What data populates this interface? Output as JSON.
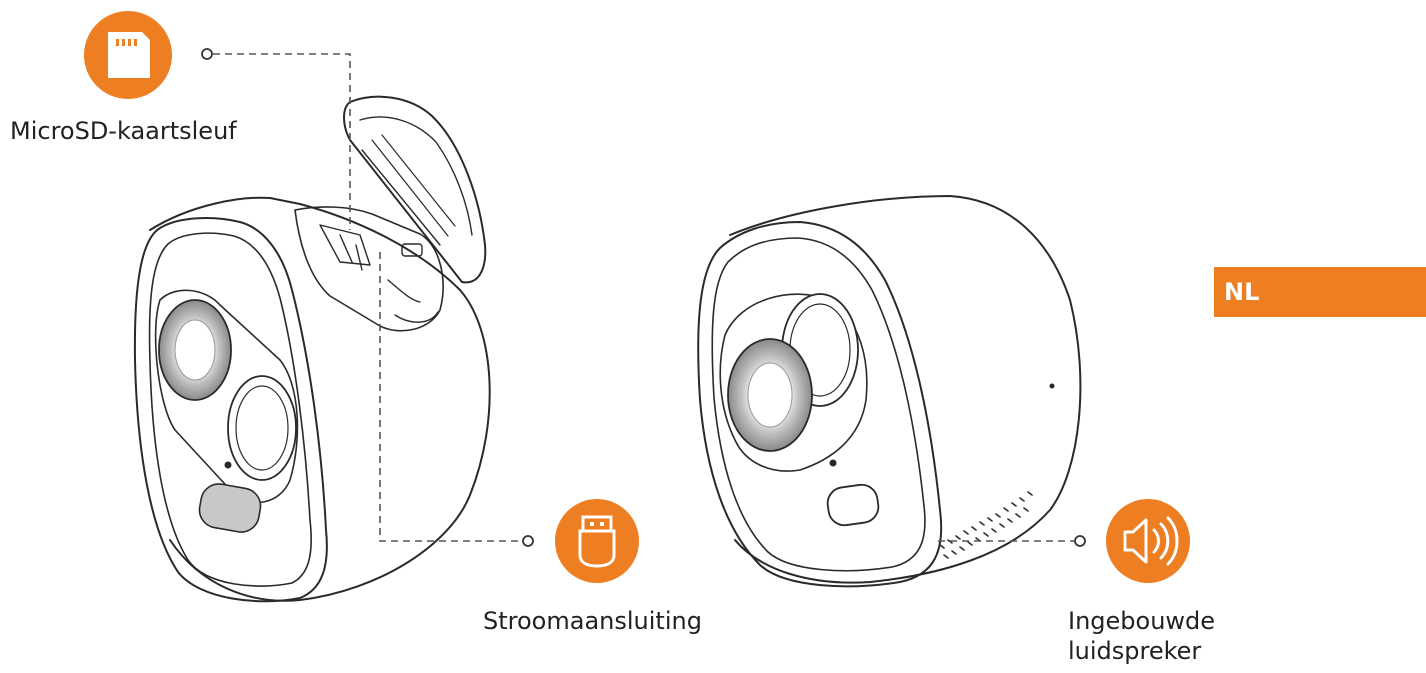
{
  "colors": {
    "accent": "#ee7e22",
    "line": "#2a2a2a",
    "text": "#222222"
  },
  "language_tab": {
    "label": "NL"
  },
  "callouts": {
    "microsd": {
      "label": "MicroSD-kaartsleuf",
      "icon": "sd-card-icon"
    },
    "power": {
      "label": "Stroomaansluiting",
      "icon": "usb-plug-icon"
    },
    "speaker": {
      "label_line1": "Ingebouwde",
      "label_line2": "luidspreker",
      "icon": "speaker-icon"
    }
  }
}
